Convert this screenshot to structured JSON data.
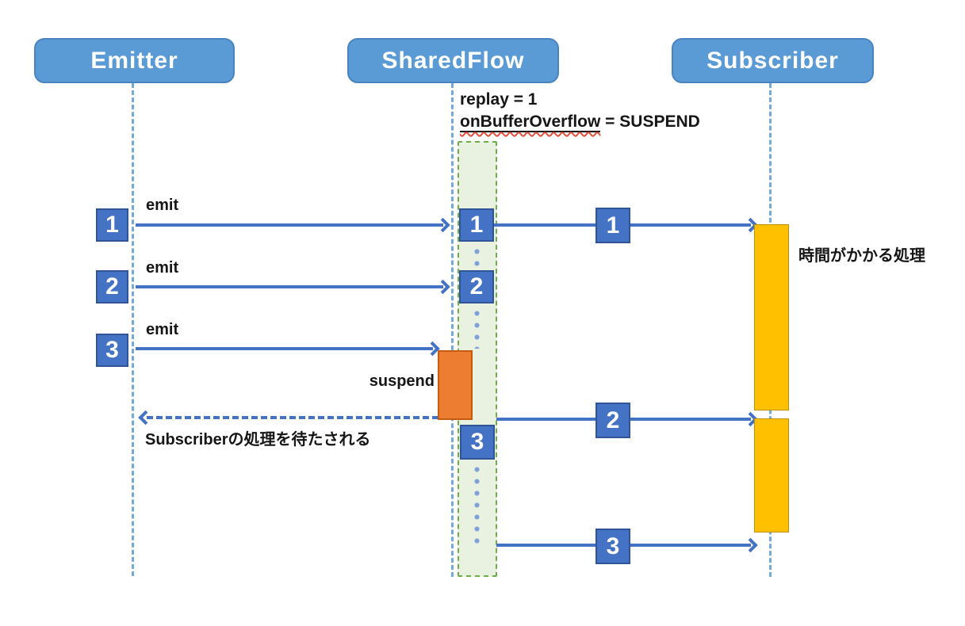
{
  "actors": {
    "emitter": "Emitter",
    "sharedflow": "SharedFlow",
    "subscriber": "Subscriber"
  },
  "config": {
    "line1": "replay = 1",
    "underlined_term": "onBufferOverflow",
    "line2_rest": " = SUSPEND"
  },
  "labels": {
    "emit": "emit",
    "suspend": "suspend",
    "wait": "Subscriberの処理を待たされる",
    "long_process": "時間がかかる処理"
  },
  "events": {
    "emitter": [
      "1",
      "2",
      "3"
    ],
    "buffer": [
      "1",
      "2",
      "3"
    ],
    "delivery": [
      "1",
      "2",
      "3"
    ]
  },
  "colors": {
    "actor_fill": "#5B9BD5",
    "actor_border": "#4A84C0",
    "event_box_fill": "#4472C4",
    "event_box_border": "#2F5597",
    "arrow": "#4472C4",
    "lifeline": "#74A9DC",
    "buffer_area_fill": "#E9F1E1",
    "buffer_area_border": "#70AD47",
    "activation_fill": "#FFC000",
    "activation_border": "#BF9000",
    "suspend_fill": "#ED7D31",
    "suspend_border": "#C55A11",
    "queue_dots": "#7F9FD8",
    "wavy_underline": "#E0503C"
  }
}
